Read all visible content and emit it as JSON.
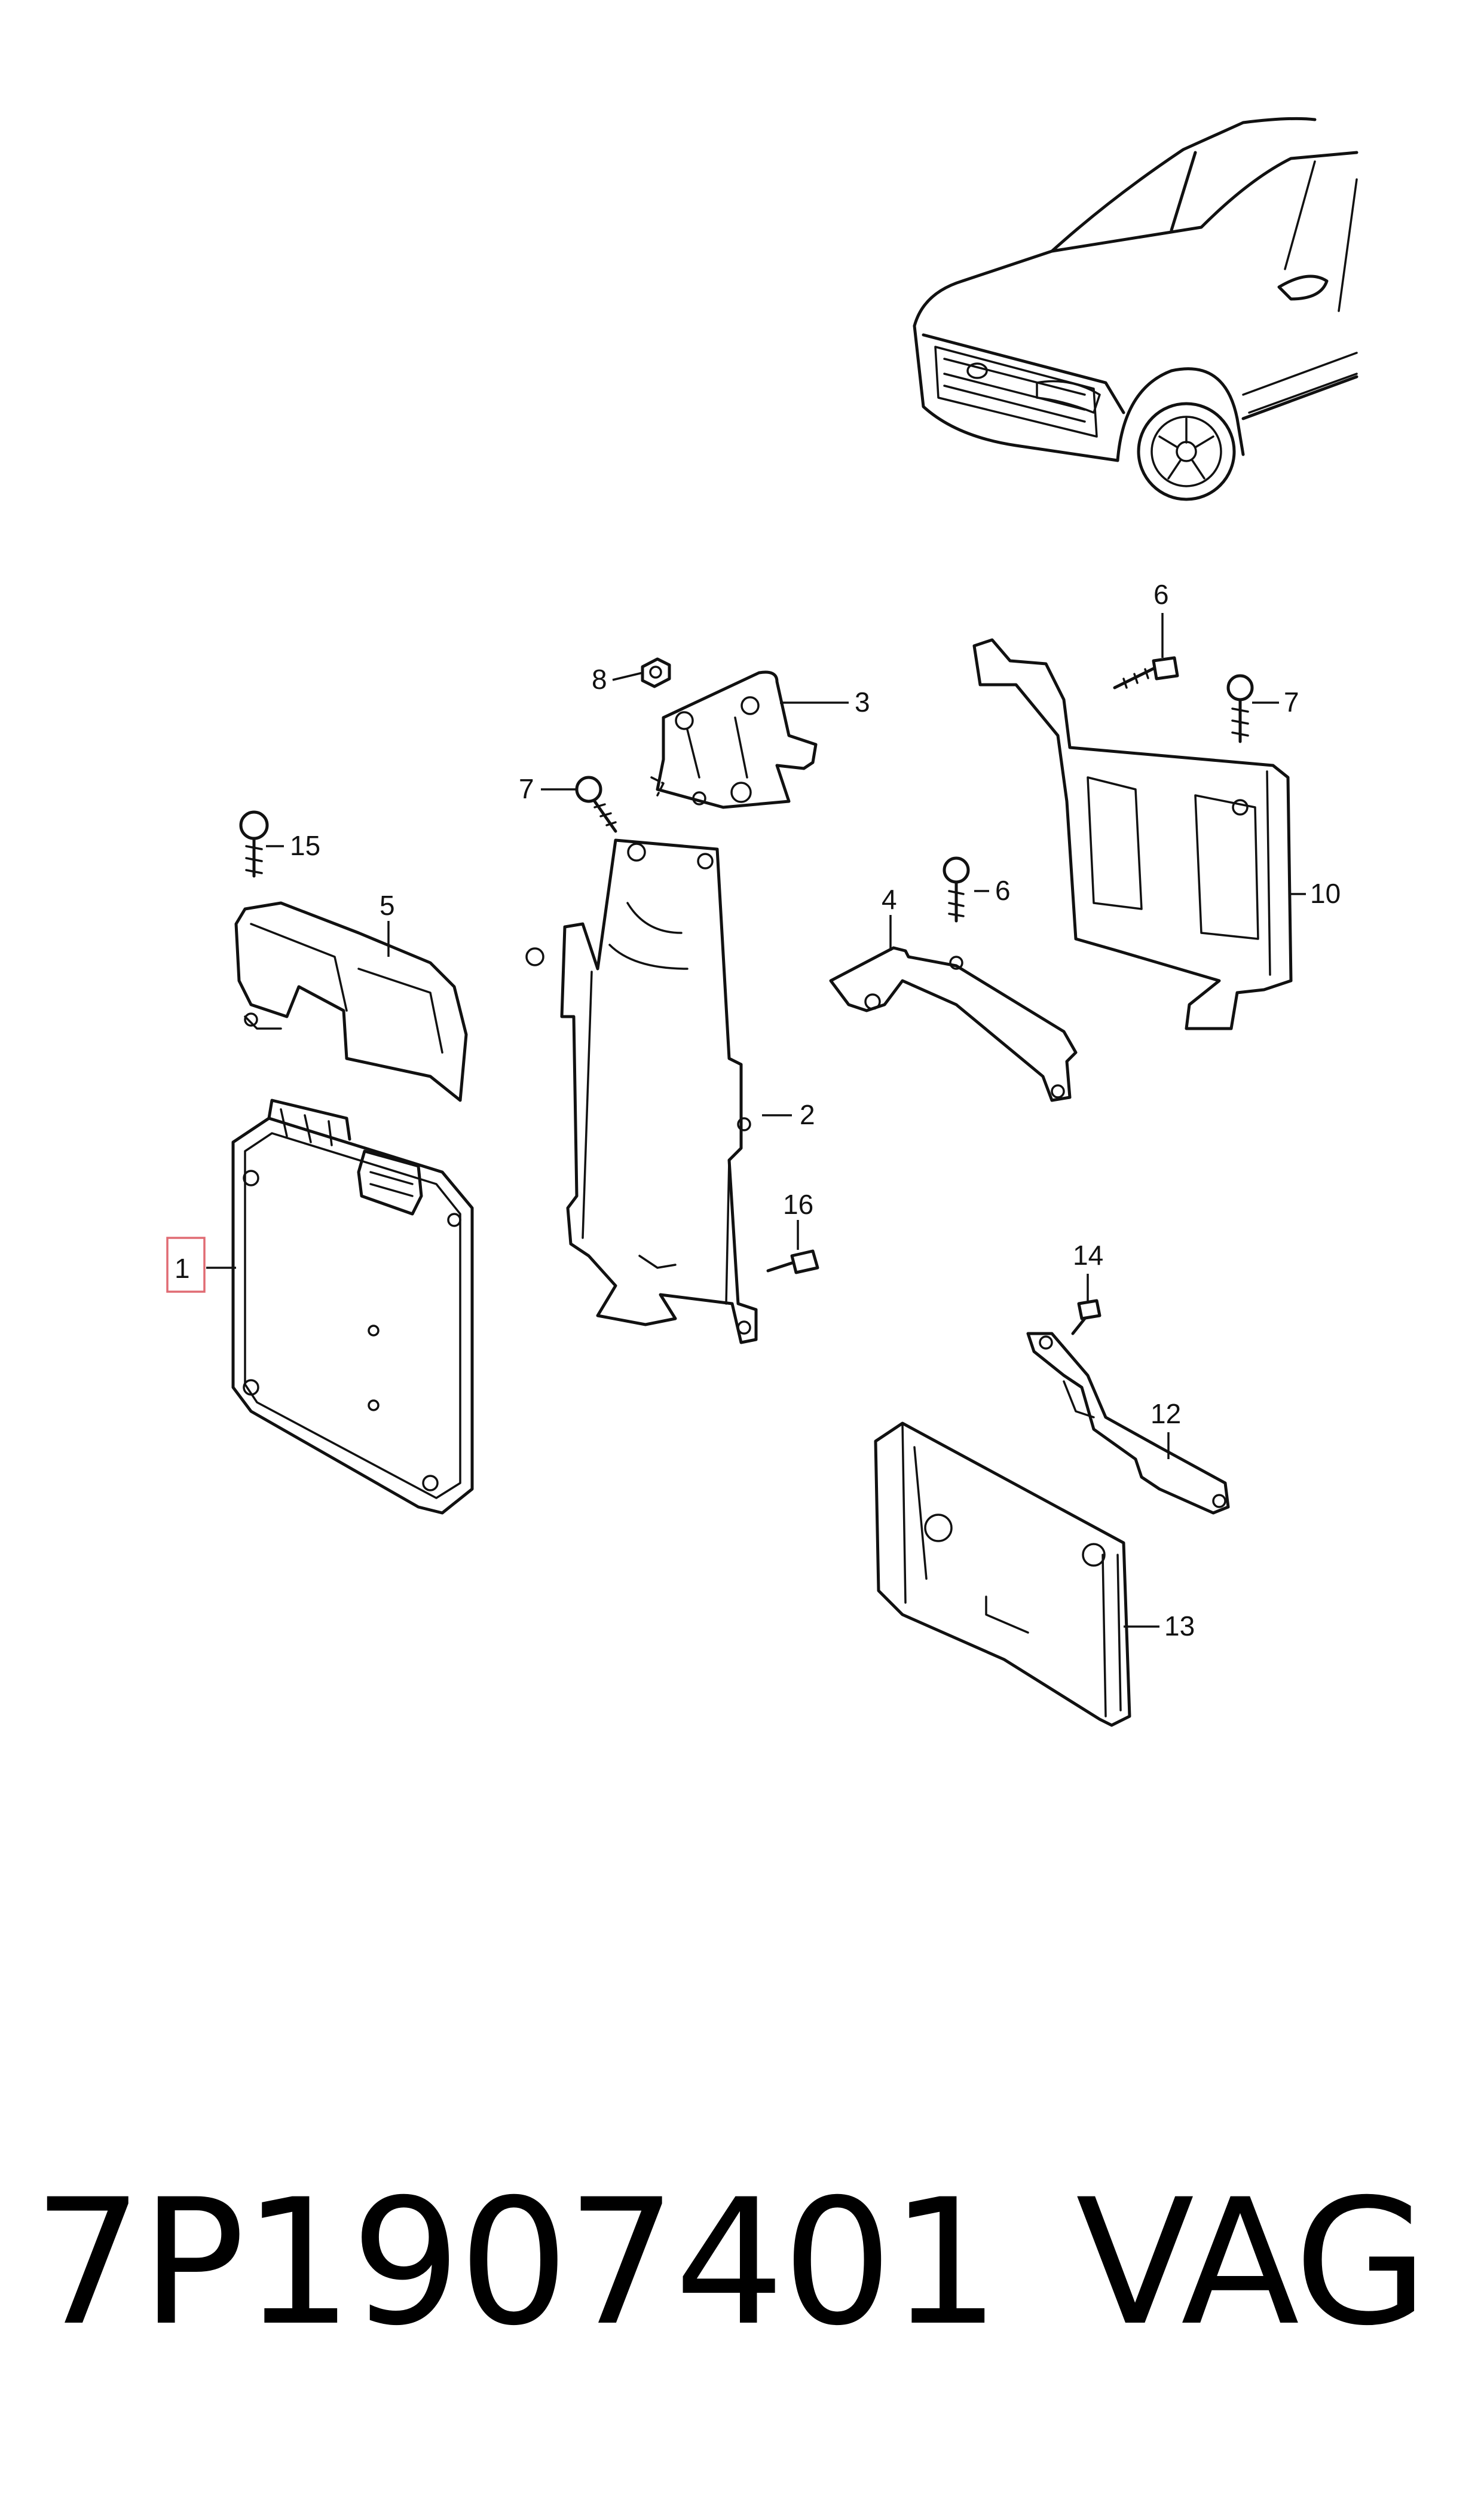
{
  "diagram": {
    "callouts": [
      {
        "id": "1",
        "label": "1",
        "highlighted": true
      },
      {
        "id": "2",
        "label": "2"
      },
      {
        "id": "3",
        "label": "3"
      },
      {
        "id": "4",
        "label": "4"
      },
      {
        "id": "5",
        "label": "5"
      },
      {
        "id": "6a",
        "label": "6"
      },
      {
        "id": "6b",
        "label": "6"
      },
      {
        "id": "7a",
        "label": "7"
      },
      {
        "id": "7b",
        "label": "7"
      },
      {
        "id": "8",
        "label": "8"
      },
      {
        "id": "10",
        "label": "10"
      },
      {
        "id": "12",
        "label": "12"
      },
      {
        "id": "13",
        "label": "13"
      },
      {
        "id": "14",
        "label": "14"
      },
      {
        "id": "15",
        "label": "15"
      },
      {
        "id": "16",
        "label": "16"
      }
    ],
    "highlight_color": "#e06b73"
  },
  "footer": {
    "part_number": "7P1907401",
    "brand": "VAG"
  }
}
